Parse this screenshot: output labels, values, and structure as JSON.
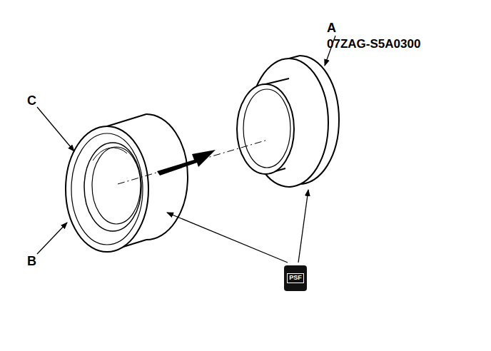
{
  "diagram": {
    "nodes": [
      {
        "text": [
          "PSF"
        ]
      }
    ],
    "labels": [
      "A",
      "07ZAG-S5A0300",
      "C",
      "B"
    ]
  }
}
